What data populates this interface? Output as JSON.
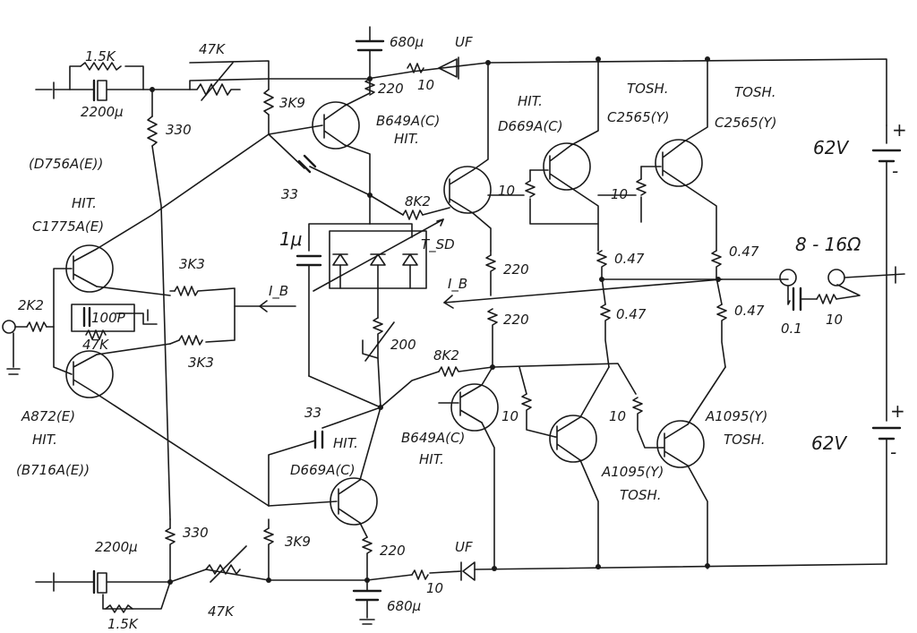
{
  "labels": {
    "r15k_top": "1.5K",
    "r47k_top": "47K",
    "c680_top": "680μ",
    "uf_top": "UF",
    "c2200_top": "2200μ",
    "r330_top": "330",
    "r3k9_top": "3K9",
    "r220_top": "220",
    "r10_top": "10",
    "q_b649_top": "B649A(C)",
    "q_b649_top_mfr": "HIT.",
    "q_d669_top_mfr": "HIT.",
    "q_d669_top": "D669A(C)",
    "q_tosh1": "TOSH.",
    "q_c2565_1": "C2565(Y)",
    "q_tosh2": "TOSH.",
    "q_c2565_2": "C2565(Y)",
    "supply_top": "62V",
    "q_d756": "(D756A(E))",
    "q_hit_c1775": "HIT.",
    "q_c1775": "C1775A(E)",
    "c33_top": "33",
    "r8k2_top": "8K2",
    "r10_a": "10",
    "r10_b": "10",
    "c1u": "1μ",
    "tsd": "T_SD",
    "r047_1": "0.47",
    "r047_2": "0.47",
    "load": "8 - 16Ω",
    "r3k3_top": "3K3",
    "r2k2": "2K2",
    "c100p": "100P",
    "r47k_mid": "47K",
    "r3k3_bot": "3K3",
    "ib_left": "I_B",
    "ib_right": "I_B",
    "r220_m1": "220",
    "r220_m2": "220",
    "r047_3": "0.47",
    "r047_4": "0.47",
    "c01": "0.1",
    "r10_zobel": "10",
    "r200": "200",
    "q_a872": "A872(E)",
    "q_hit_a872": "HIT.",
    "q_b716": "(B716A(E))",
    "c33_bot": "33",
    "q_hit_d669_bot": "HIT.",
    "q_d669_bot": "D669A(C)",
    "r8k2_bot": "8K2",
    "q_b649_bot": "B649A(C)",
    "q_hit_b649_bot": "HIT.",
    "r10_c": "10",
    "r10_d": "10",
    "q_a1095_1": "A1095(Y)",
    "q_tosh3": "TOSH.",
    "q_a1095_2": "A1095(Y)",
    "q_tosh4": "TOSH.",
    "supply_bot": "62V",
    "c2200_bot": "2200μ",
    "r330_bot": "330",
    "r3k9_bot": "3K9",
    "r220_bot": "220",
    "r47k_bot": "47K",
    "r15k_bot": "1.5K",
    "uf_bot": "UF",
    "r10_bot": "10",
    "c680_bot": "680μ",
    "plus_top": "+",
    "minus_top": "-",
    "plus_bot": "+",
    "minus_bot": "-"
  }
}
